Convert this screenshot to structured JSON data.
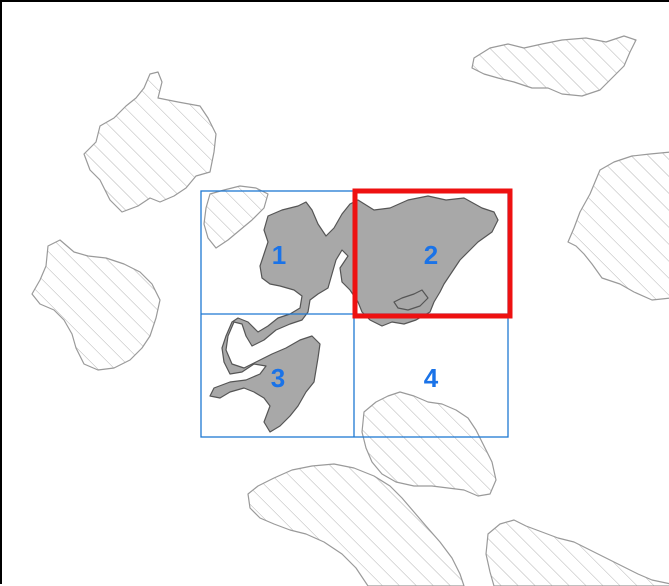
{
  "map": {
    "colors": {
      "background": "#ffffff",
      "frame": "#000000",
      "hatch_outline": "#9a9a9a",
      "hatch_line": "#b4b4b4",
      "focus_fill": "#a8a8a8",
      "focus_outline": "#555555",
      "grid_line": "#1e78d2",
      "grid_label": "#1a73e8",
      "selection": "#ee1111"
    },
    "grid": {
      "rows": 2,
      "columns": 2,
      "cells": [
        {
          "label": "1",
          "selected": false
        },
        {
          "label": "2",
          "selected": true
        },
        {
          "label": "3",
          "selected": false
        },
        {
          "label": "4",
          "selected": false
        }
      ]
    }
  }
}
